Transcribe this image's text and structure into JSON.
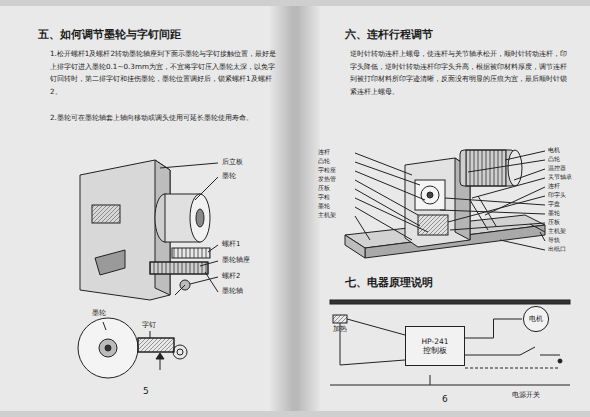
{
  "diagram": {
    "nodes": [
      {
        "text": [
          "HP-241",
          "控制板"
        ]
      },
      {
        "text": [
          "电机"
        ]
      }
    ],
    "edges": [
      {
        "from": 0,
        "to": 1,
        "arrow": "none"
      }
    ],
    "labels": [
      "五、如何调节墨轮与字钉间距",
      "1.松开螺杆1及螺杆2转动墨轮轴座到下面示墨轮与字钉接触位置，最好是上排字钉进入墨轮0.1~0.3mm为宜，不宜将字钉压入墨轮太深，以免字钉回转时，第二排字钉和挂伤墨轮，墨轮位置调好后，锁紧螺杆1及螺杆2。",
      "2.墨轮可在墨轮轴套上轴向移动或调头使用可延长墨轮使用寿命。",
      "后立板",
      "墨轮",
      "螺杆1",
      "墨轮轴座",
      "螺杆2",
      "墨轮轴",
      "墨轮",
      "字钉",
      "5",
      "六、连杆行程调节",
      "逆时针转动连杆上螺母，使连杆与关节轴承松开，顺时针转动连杆，印字头降低，逆时针转动连杆印字头升高，根据被印材料厚度，调节连杆到被打印材料所印字迹清晰，反面没有明显的压痕为宜，最后顺时针锁紧连杆上螺母。",
      "连杆",
      "凸轮",
      "字粒座",
      "发热管",
      "压板",
      "字粒",
      "墨轮",
      "主机架",
      "电机",
      "凸轮",
      "温控器",
      "关节轴承",
      "连杆",
      "印字头",
      "字盘",
      "墨轮",
      "压板",
      "主机架",
      "导轨",
      "出纸口",
      "七、电器原理说明",
      "加热",
      "电源开关",
      "6"
    ]
  }
}
